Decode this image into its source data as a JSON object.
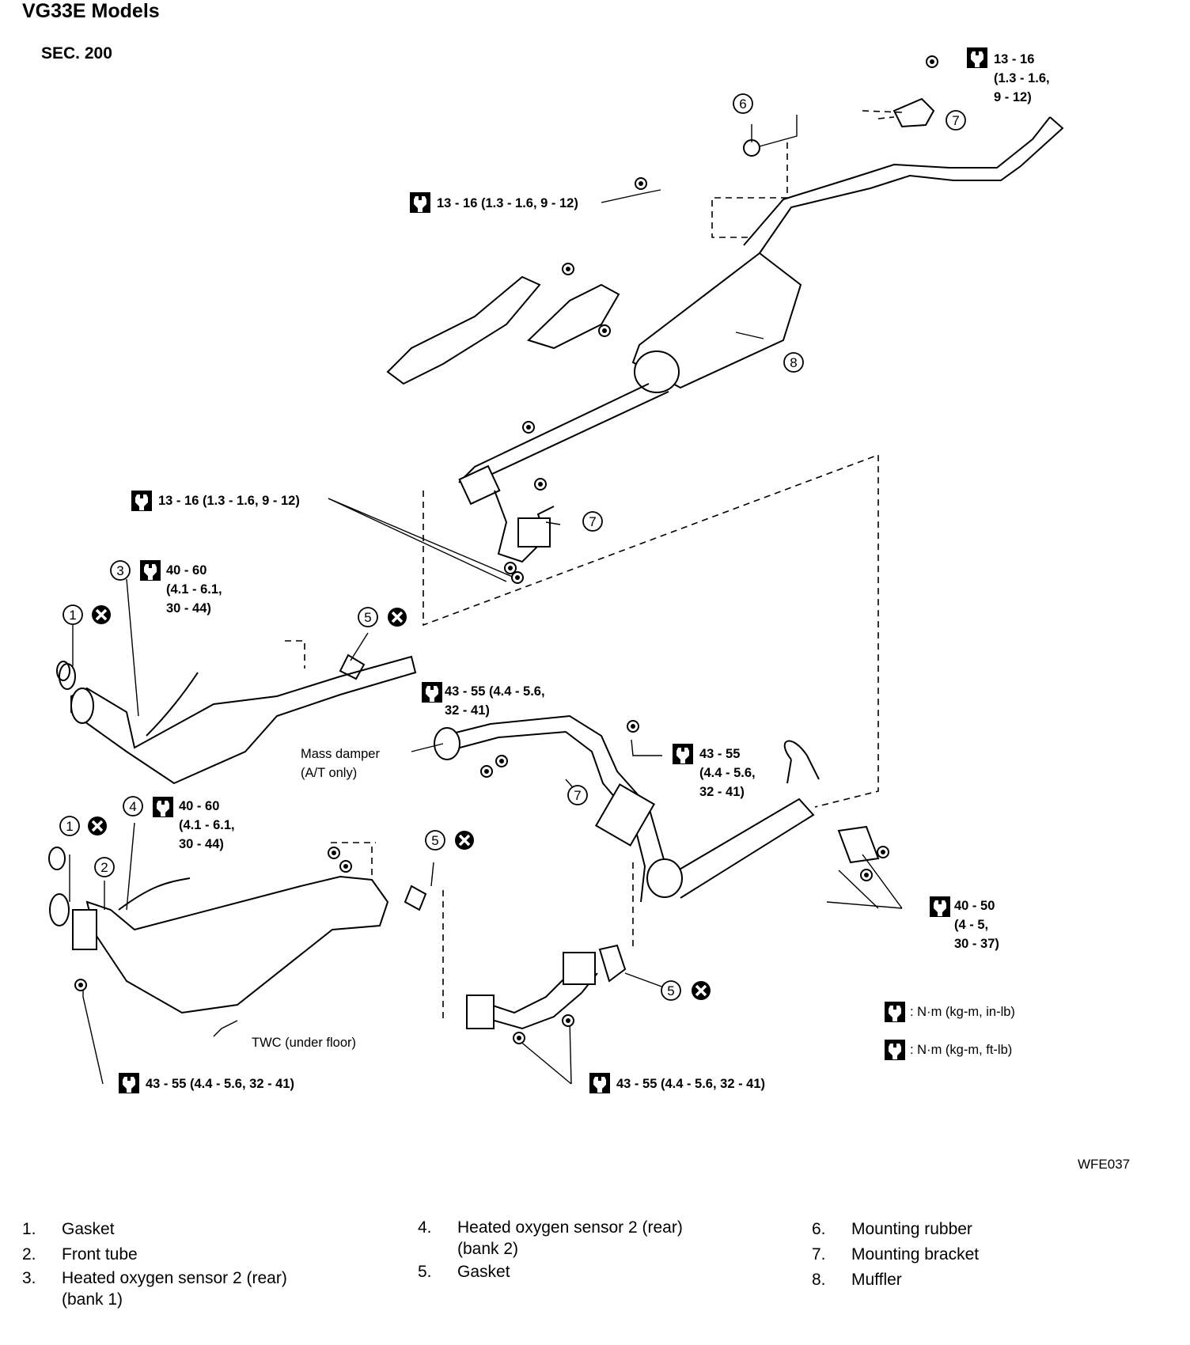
{
  "title": "VG33E Models",
  "section": "SEC. 200",
  "figure_code": "WFE037",
  "torque_specs": {
    "t1_a": "13 - 16",
    "t1_b": "(1.3 - 1.6,",
    "t1_c": "9 - 12)",
    "t2": "13 - 16 (1.3 - 1.6, 9 - 12)",
    "t3": "13 - 16 (1.3 - 1.6, 9 - 12)",
    "t4_a": "40 - 60",
    "t4_b": "(4.1 - 6.1,",
    "t4_c": "30 - 44)",
    "t5_a": "43 - 55 (4.4 - 5.6,",
    "t5_b": "32 - 41)",
    "t6_a": "43 - 55",
    "t6_b": "(4.4 - 5.6,",
    "t6_c": "32 - 41)",
    "t7_a": "40 - 60",
    "t7_b": "(4.1 - 6.1,",
    "t7_c": "30 - 44)",
    "t8_a": "40 - 50",
    "t8_b": "(4 - 5,",
    "t8_c": "30 - 37)",
    "t9": "43 - 55 (4.4 - 5.6, 32 - 41)",
    "t10": "43 - 55 (4.4 - 5.6, 32 - 41)"
  },
  "callouts": {
    "mass_damper_a": "Mass damper",
    "mass_damper_b": "(A/T only)",
    "twc": "TWC (under floor)",
    "unit_in_lb": ": N·m (kg-m, in-lb)",
    "unit_ft_lb": ": N·m (kg-m, ft-lb)"
  },
  "numbers": {
    "n1": "1",
    "n2": "2",
    "n3": "3",
    "n4": "4",
    "n5": "5",
    "n6": "6",
    "n7": "7",
    "n8": "8"
  },
  "legend": {
    "col1": [
      {
        "num": "1.",
        "text": "Gasket"
      },
      {
        "num": "2.",
        "text": "Front tube"
      },
      {
        "num": "3.",
        "text": "Heated oxygen sensor 2 (rear)"
      },
      {
        "num": "",
        "text": "(bank 1)"
      }
    ],
    "col2": [
      {
        "num": "4.",
        "text": "Heated oxygen sensor 2 (rear)"
      },
      {
        "num": "",
        "text": "(bank 2)"
      },
      {
        "num": "5.",
        "text": "Gasket"
      }
    ],
    "col3": [
      {
        "num": "6.",
        "text": "Mounting rubber"
      },
      {
        "num": "7.",
        "text": "Mounting bracket"
      },
      {
        "num": "8.",
        "text": "Muffler"
      }
    ]
  },
  "colors": {
    "ink": "#000000",
    "paper": "#ffffff",
    "shade": "#d8d8d8"
  },
  "icons": [
    "torque-wrench-icon",
    "do-not-reuse-icon"
  ]
}
